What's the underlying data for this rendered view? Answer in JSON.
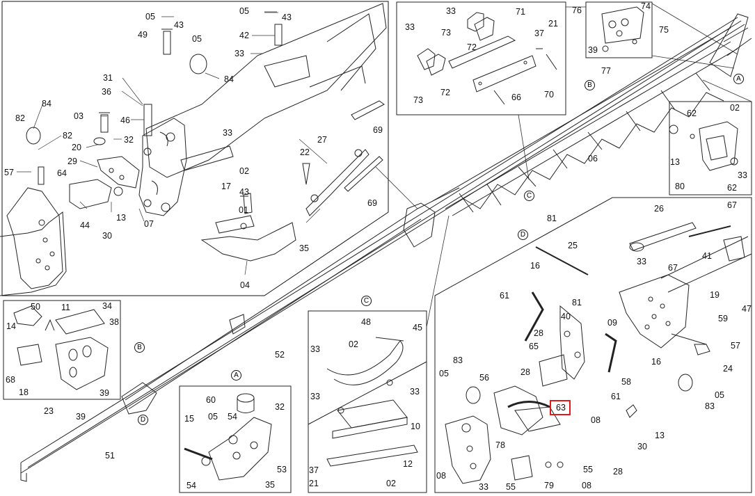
{
  "diagram": {
    "highlight": {
      "label": "63",
      "color": "#e01919"
    },
    "views": {
      "a": "A",
      "b": "B",
      "c": "C",
      "d": "D"
    },
    "parts": {
      "p05a": "05",
      "p43a": "43",
      "p49": "49",
      "p05b": "05",
      "p84a": "84",
      "p31": "31",
      "p36": "36",
      "p03": "03",
      "p46": "46",
      "p84b": "84",
      "p82a": "82",
      "p82b": "82",
      "p32a": "32",
      "p20": "20",
      "p57a": "57",
      "p64": "64",
      "p29": "29",
      "p30a": "30",
      "p13a": "13",
      "p44": "44",
      "p07": "07",
      "p33a": "33",
      "p05c": "05",
      "p43b": "43",
      "p42": "42",
      "p33b": "33",
      "p02a": "02",
      "p17": "17",
      "p43c": "43",
      "p01": "01",
      "p22": "22",
      "p27": "27",
      "p69a": "69",
      "p69b": "69",
      "p35a": "35",
      "p04": "04",
      "p33c": "33",
      "p73a": "73",
      "p72a": "72",
      "p71": "71",
      "p33d": "33",
      "p73b": "73",
      "p72b": "72",
      "p37a": "37",
      "p21a": "21",
      "p66": "66",
      "p70": "70",
      "p76": "76",
      "p74": "74",
      "p75": "75",
      "p39a": "39",
      "p77": "77",
      "p62a": "62",
      "p02b": "02",
      "p13b": "13",
      "p33e": "33",
      "p80": "80",
      "p62b": "62",
      "p06": "06",
      "p26": "26",
      "p67a": "67",
      "p81a": "81",
      "p25": "25",
      "p81b": "81",
      "p41": "41",
      "p67b": "67",
      "p33f": "33",
      "p16a": "16",
      "p61a": "61",
      "p19": "19",
      "p47": "47",
      "p09": "09",
      "p59": "59",
      "p28a": "28",
      "p40": "40",
      "p65": "65",
      "p57b": "57",
      "p16b": "16",
      "p24": "24",
      "p58": "58",
      "p61b": "61",
      "p83a": "83",
      "p05d": "05",
      "p56": "56",
      "p28b": "28",
      "p08a": "08",
      "p05e": "05",
      "p83b": "83",
      "p13c": "13",
      "p30b": "30",
      "p78": "78",
      "p55a": "55",
      "p28c": "28",
      "p08b": "08",
      "p33g": "33",
      "p55b": "55",
      "p79": "79",
      "p08c": "08",
      "p50": "50",
      "p11": "11",
      "p34": "34",
      "p14": "14",
      "p38": "38",
      "p68": "68",
      "p18": "18",
      "p23": "23",
      "p39b": "39",
      "p39c": "39",
      "p52": "52",
      "p51": "51",
      "p60": "60",
      "p32b": "32",
      "p15": "15",
      "p05f": "05",
      "p54a": "54",
      "p53": "53",
      "p54b": "54",
      "p35b": "35",
      "p48": "48",
      "p45": "45",
      "p33h": "33",
      "p02c": "02",
      "p33i": "33",
      "p33j": "33",
      "p10": "10",
      "p12": "12",
      "p37b": "37",
      "p21b": "21",
      "p02d": "02"
    }
  }
}
